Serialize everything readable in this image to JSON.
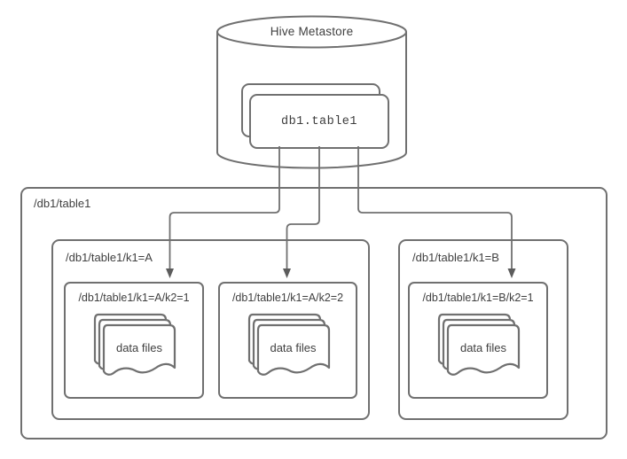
{
  "diagram": {
    "metastore": {
      "label": "Hive Metastore",
      "table_card": "db1.table1"
    },
    "filesystem": {
      "root_label": "/db1/table1",
      "partitions": [
        {
          "label": "/db1/table1/k1=A",
          "subpartitions": [
            {
              "label": "/db1/table1/k1=A/k2=1",
              "files_label": "data files"
            },
            {
              "label": "/db1/table1/k1=A/k2=2",
              "files_label": "data files"
            }
          ]
        },
        {
          "label": "/db1/table1/k1=B",
          "subpartitions": [
            {
              "label": "/db1/table1/k1=B/k2=1",
              "files_label": "data files"
            }
          ]
        }
      ]
    },
    "colors": {
      "stroke": "#707070",
      "text": "#404040",
      "background": "#ffffff"
    }
  }
}
